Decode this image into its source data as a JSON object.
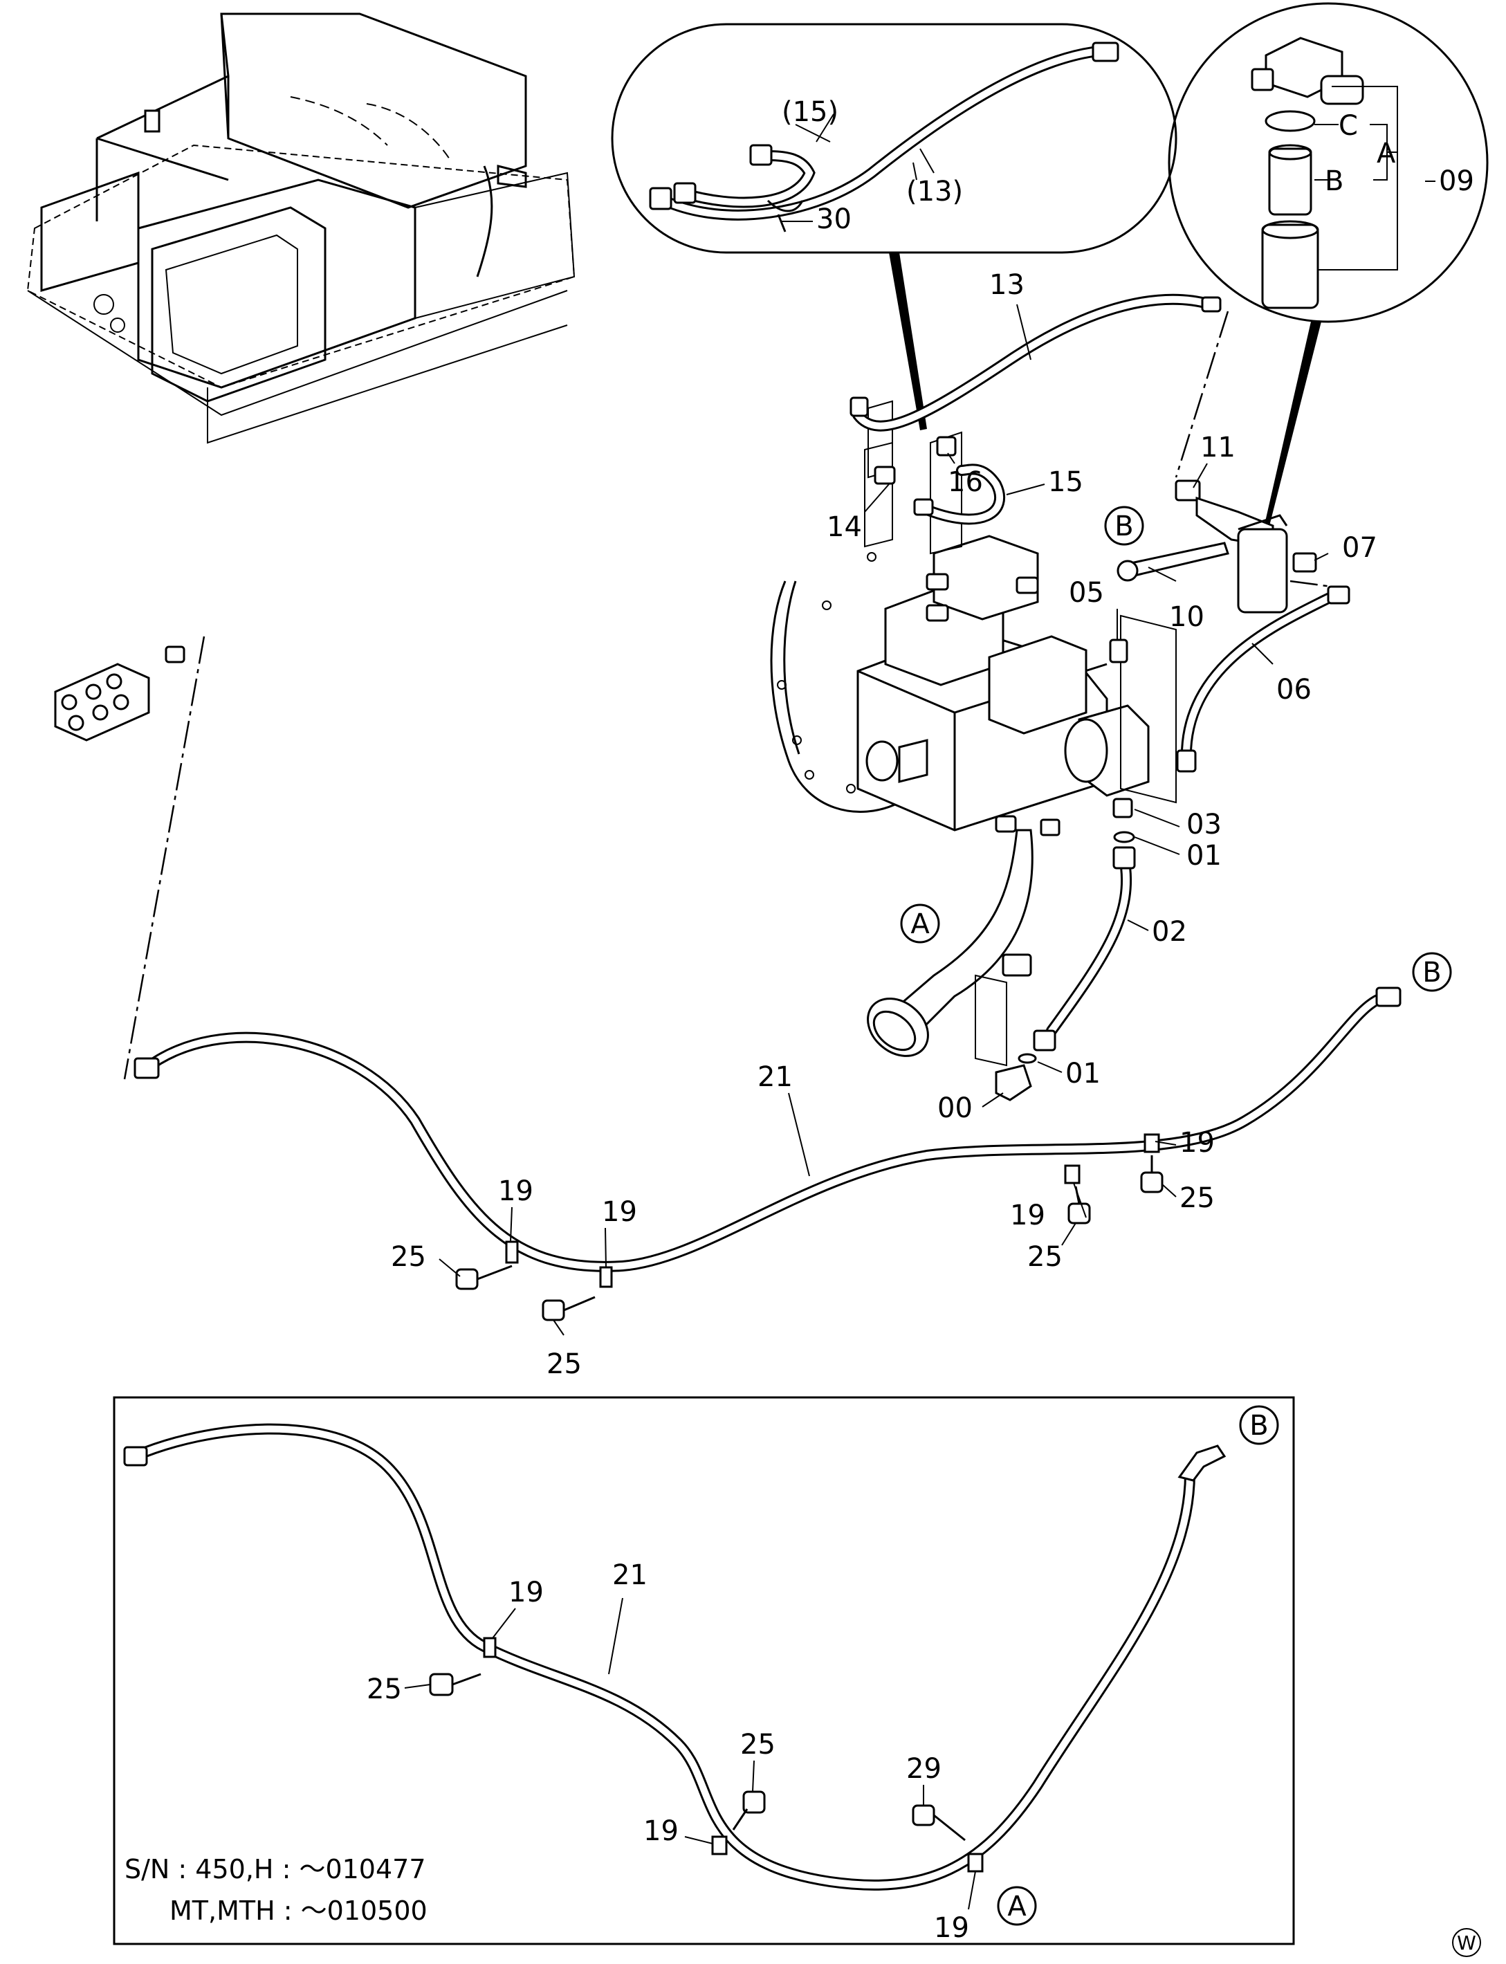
{
  "diagram": {
    "callouts": {
      "c_15p": "(15)",
      "c_13p": "(13)",
      "c_30": "30",
      "c_13": "13",
      "c_16": "16",
      "c_15": "15",
      "c_14": "14",
      "c_11": "11",
      "c_07": "07",
      "c_05": "05",
      "c_10": "10",
      "c_06": "06",
      "c_03": "03",
      "c_01a": "01",
      "c_02": "02",
      "c_01b": "01",
      "c_00": "00",
      "c_21a": "21",
      "c_19a": "19",
      "c_19b": "19",
      "c_19c": "19",
      "c_19d": "19",
      "c_25a": "25",
      "c_25b": "25",
      "c_25c": "25",
      "c_25d": "25",
      "c_09": "09",
      "c_A1": "A",
      "c_B1": "B",
      "c_C1": "C",
      "c_21b": "21",
      "c_19e": "19",
      "c_19f": "19",
      "c_19g": "19",
      "c_25e": "25",
      "c_25f": "25",
      "c_29": "29"
    },
    "circles": {
      "circ_A1": "A",
      "circ_B1": "B",
      "circ_B2": "B",
      "circ_B3": "B",
      "circ_A2": "A",
      "circ_W": "W"
    },
    "serial_note": {
      "line1": "S/N  :  450,H  :  ～010477",
      "line2": "MT,MTH  :  ～010500"
    }
  }
}
